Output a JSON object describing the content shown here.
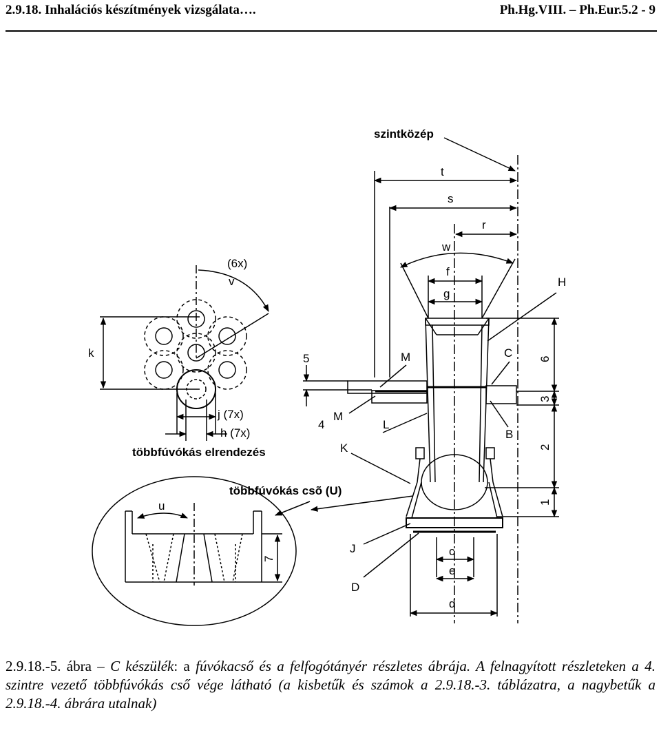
{
  "header": {
    "left": "2.9.18. Inhalációs készítmények vizsgálata….",
    "right": "Ph.Hg.VIII. – Ph.Eur.5.2 - 9"
  },
  "figure": {
    "labels": {
      "szintkozep": "szintközép",
      "t": "t",
      "s": "s",
      "r": "r",
      "w": "w",
      "f": "f",
      "g": "g",
      "H": "H",
      "six_x": "(6x)",
      "v": "v",
      "k": "k",
      "n5": "5",
      "M_top": "M",
      "C": "C",
      "n6": "6",
      "n3": "3",
      "n4": "4",
      "M_bottom": "M",
      "B": "B",
      "L": "L",
      "n2": "2",
      "j": "j (7x)",
      "h": "h (7x)",
      "tobbfuvokas_elrendezes": "többfúvókás elrendezés",
      "K": "K",
      "tobbfuvokas_cso": "többfúvókás csõ (U)",
      "n1": "1",
      "u": "u",
      "n7": "7",
      "J": "J",
      "c": "c",
      "e": "e",
      "D": "D",
      "d": "d"
    }
  },
  "caption": {
    "number": "2.9.18.-5. ábra –",
    "title_italic": "C készülék",
    "text1": ": a ",
    "part2_italic": "fúvókacső és a felfogótányér részletes ábrája. A felnagyított részleteken a 4. szintre vezető többfúvókás cső vége látható (a kisbetűk és számok a 2.9.18.-3. táblázatra, a nagybetűk a 2.9.18.-4. ábrára utalnak)"
  }
}
